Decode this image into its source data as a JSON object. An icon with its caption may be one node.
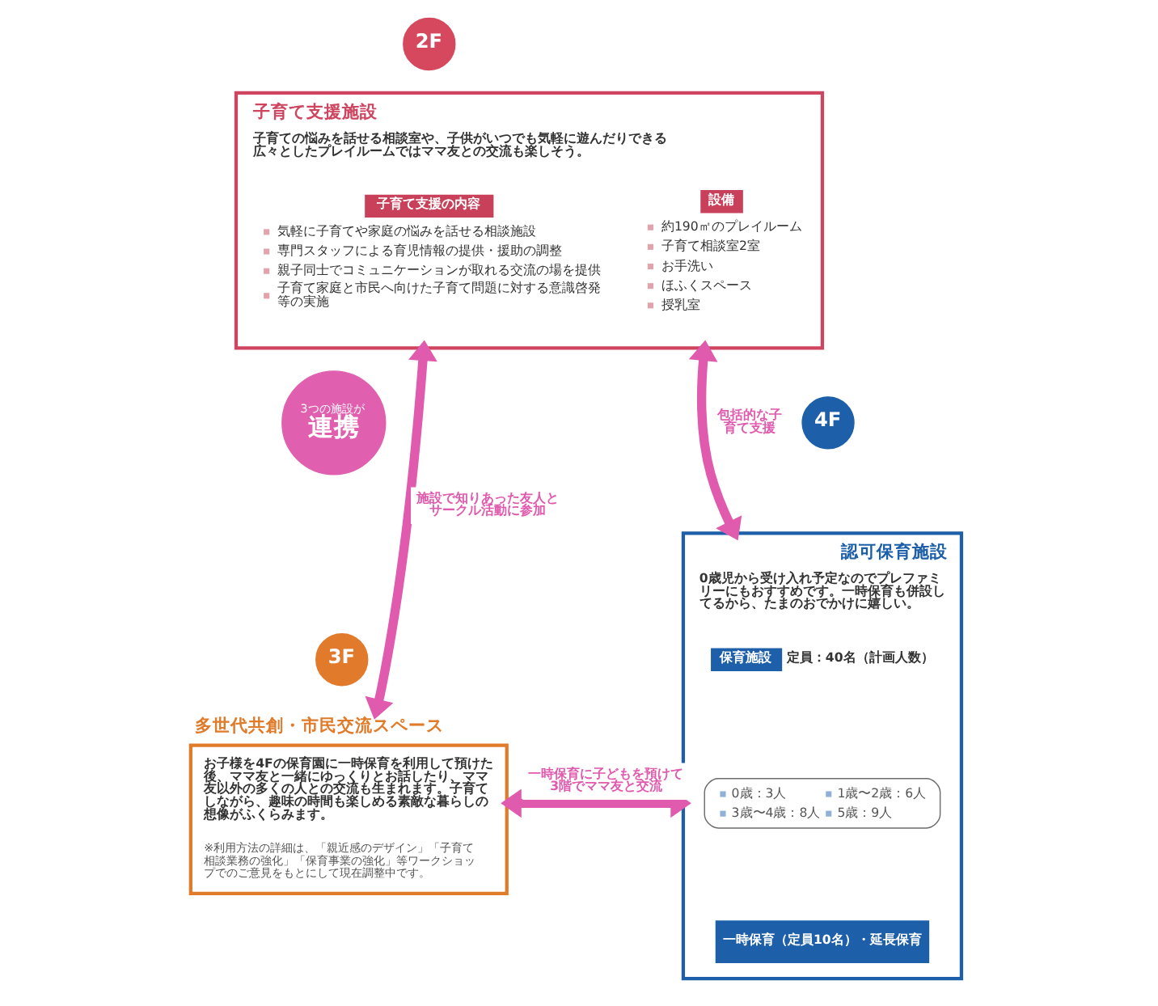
{
  "diagram": {
    "nodes": [
      {
        "text": [
          "2F"
        ]
      },
      {
        "text": [
          "子育て支援施設",
          "子育ての悩みを話せる相談室や、子供がいつでも気軽に遊んだりできる広々としたプレイルームではママ友との交流も楽しそう。"
        ]
      },
      {
        "text": [
          "子育て支援の内容",
          "気軽に子育てや家庭の悩みを話せる相談施設",
          "専門スタッフによる育児情報の提供・援助の調整",
          "親子同士でコミュニケーションが取れる交流の場を提供",
          "子育て家庭と市民へ向けた子育て問題に対する意識啓発等の実施"
        ],
        "in": 1
      },
      {
        "text": [
          "設備",
          "約190㎡のプレイルーム",
          "子育て相談室2室",
          "お手洗い",
          "ほふくスペース",
          "授乳室"
        ],
        "in": 1
      },
      {
        "text": [
          "3つの施設が",
          "連携"
        ]
      },
      {
        "text": [
          "3F"
        ]
      },
      {
        "text": [
          "多世代共創・市民交流スペース",
          "お子様を4Fの保育園に一時保育を利用して預けた後、ママ友と一緒にゆっくりとお話したり、ママ友以外の多くの人との交流も生まれます。子育てしながら、趣味の時間も楽しめる素敵な暮らしの想像がふくらみます。",
          "※利用方法の詳細は、「親近感のデザイン」「子育て相談業務の強化」「保育事業の強化」等ワークショップでのご意見をもとにして現在調整中です。"
        ]
      },
      {
        "text": [
          "認可保育施設",
          "0歳児から受け入れ予定なのでプレファミリーにもおすすめです。一時保育も併設してるから、たまのおでかけに嬉しい。"
        ]
      },
      {
        "text": [
          "4F"
        ]
      },
      {
        "text": [
          "保育施設"
        ],
        "in": 7,
        "beside": [
          "定員：40名（計画人数）"
        ]
      },
      {
        "text": [
          "0歳：3人",
          "1歳〜2歳：6人",
          "3歳〜4歳：8人",
          "5歳：9人"
        ],
        "in": 7
      },
      {
        "text": [
          "一時保育（定員10名）・延長保育"
        ],
        "in": 7
      }
    ],
    "edges": [
      {
        "from": 1,
        "to": 6,
        "arrow": "both",
        "label": "施設で知りあった友人とサークル活動に参加"
      },
      {
        "from": 1,
        "to": 7,
        "arrow": "both",
        "label": "包括的な子育て支援"
      },
      {
        "from": 6,
        "to": 7,
        "arrow": "both",
        "label": "一時保育に子どもを預けて3階でママ友と交流"
      }
    ]
  }
}
